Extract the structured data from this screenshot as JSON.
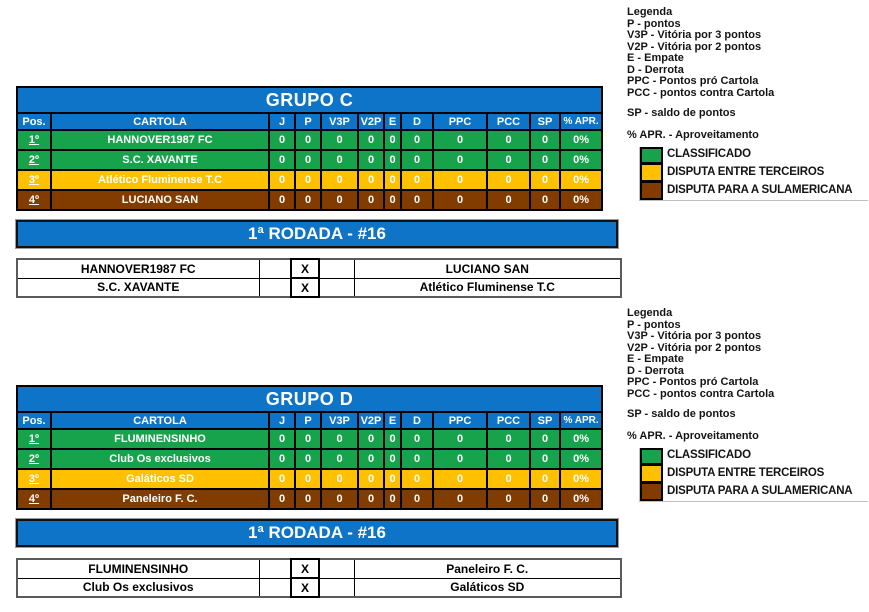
{
  "colors": {
    "blue": "#0D74C8",
    "green": "#17A34C",
    "yellow": "#FFC000",
    "brown": "#833C00"
  },
  "legend": {
    "title": "Legenda",
    "lines": [
      "P - pontos",
      "V3P - Vitória por 3 pontos",
      "V2P - Vitória por 2 pontos",
      "E - Empate",
      "D - Derrota",
      "PPC - Pontos pró Cartola",
      "PCC - pontos contra Cartola"
    ],
    "sp_line": "SP - saldo de pontos",
    "apr_line": "% APR. - Aproveitamento",
    "items": [
      {
        "label": "CLASSIFICADO",
        "color": "#17A34C"
      },
      {
        "label": "DISPUTA ENTRE TERCEIROS",
        "color": "#FFC000"
      },
      {
        "label": "DISPUTA PARA A SULAMERICANA",
        "color": "#833C00"
      }
    ]
  },
  "groups": [
    {
      "title": "GRUPO C",
      "columns": [
        "Pos.",
        "CARTOLA",
        "J",
        "P",
        "V3P",
        "V2P",
        "E",
        "D",
        "PPC",
        "PCC",
        "SP",
        "% APR."
      ],
      "rows": [
        {
          "pos": "1º",
          "name": "HANNOVER1987 FC",
          "color": "#17A34C",
          "values": [
            "0",
            "0",
            "0",
            "0",
            "0",
            "0",
            "0",
            "0",
            "0",
            "0%"
          ]
        },
        {
          "pos": "2º",
          "name": "S.C. XAVANTE",
          "color": "#17A34C",
          "values": [
            "0",
            "0",
            "0",
            "0",
            "0",
            "0",
            "0",
            "0",
            "0",
            "0%"
          ]
        },
        {
          "pos": "3º",
          "name": "Atlético Fluminense T.C",
          "color": "#FFC000",
          "values": [
            "0",
            "0",
            "0",
            "0",
            "0",
            "0",
            "0",
            "0",
            "0",
            "0%"
          ]
        },
        {
          "pos": "4º",
          "name": "LUCIANO SAN",
          "color": "#833C00",
          "values": [
            "0",
            "0",
            "0",
            "0",
            "0",
            "0",
            "0",
            "0",
            "0",
            "0%"
          ]
        }
      ],
      "round_title": "1ª RODADA - #16",
      "matches": [
        {
          "home": "HANNOVER1987 FC",
          "x": "X",
          "away": "LUCIANO SAN"
        },
        {
          "home": "S.C. XAVANTE",
          "x": "X",
          "away": "Atlético Fluminense T.C"
        }
      ]
    },
    {
      "title": "GRUPO D",
      "columns": [
        "Pos.",
        "CARTOLA",
        "J",
        "P",
        "V3P",
        "V2P",
        "E",
        "D",
        "PPC",
        "PCC",
        "SP",
        "% APR."
      ],
      "rows": [
        {
          "pos": "1º",
          "name": "FLUMINENSINHO",
          "color": "#17A34C",
          "values": [
            "0",
            "0",
            "0",
            "0",
            "0",
            "0",
            "0",
            "0",
            "0",
            "0%"
          ]
        },
        {
          "pos": "2º",
          "name": "Club Os exclusivos",
          "color": "#17A34C",
          "values": [
            "0",
            "0",
            "0",
            "0",
            "0",
            "0",
            "0",
            "0",
            "0",
            "0%"
          ]
        },
        {
          "pos": "3º",
          "name": "Galáticos SD",
          "color": "#FFC000",
          "values": [
            "0",
            "0",
            "0",
            "0",
            "0",
            "0",
            "0",
            "0",
            "0",
            "0%"
          ]
        },
        {
          "pos": "4º",
          "name": "Paneleiro F. C.",
          "color": "#833C00",
          "values": [
            "0",
            "0",
            "0",
            "0",
            "0",
            "0",
            "0",
            "0",
            "0",
            "0%"
          ]
        }
      ],
      "round_title": "1ª RODADA - #16",
      "matches": [
        {
          "home": "FLUMINENSINHO",
          "x": "X",
          "away": "Paneleiro F. C."
        },
        {
          "home": "Club Os exclusivos",
          "x": "X",
          "away": "Galáticos SD"
        }
      ]
    }
  ]
}
